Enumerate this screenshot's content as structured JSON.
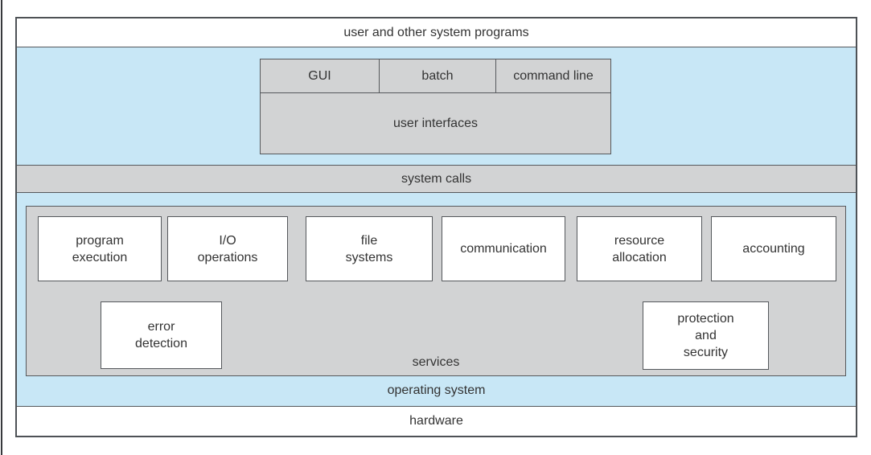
{
  "diagram": {
    "top_band": {
      "label": "user and other system programs"
    },
    "user_interfaces": {
      "modes": [
        "GUI",
        "batch",
        "command line"
      ],
      "label": "user interfaces"
    },
    "system_calls": {
      "label": "system calls"
    },
    "services": {
      "row1": [
        "program\nexecution",
        "I/O\noperations",
        "file\nsystems",
        "communication",
        "resource\nallocation",
        "accounting"
      ],
      "row2": [
        "error\ndetection",
        "protection\nand\nsecurity"
      ],
      "label": "services"
    },
    "os_band": {
      "label": "operating system"
    },
    "hardware_band": {
      "label": "hardware"
    },
    "colors": {
      "light_blue": "#c8e7f6",
      "panel_gray": "#d2d3d4",
      "border": "#55585c"
    }
  }
}
